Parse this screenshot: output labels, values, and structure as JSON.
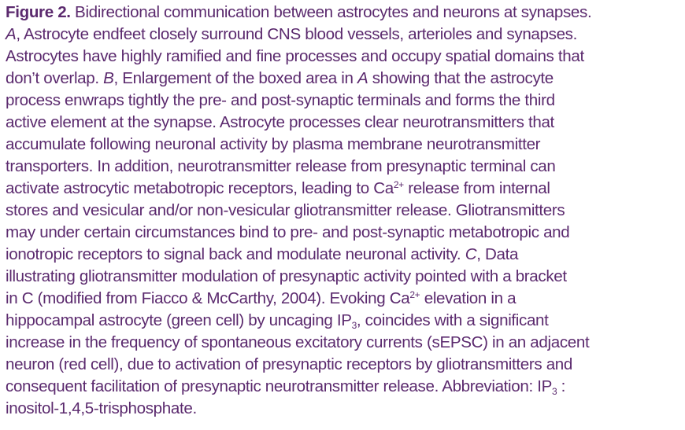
{
  "caption": {
    "label": "Figure 2.",
    "lines": [
      [
        {
          "t": "Figure 2.",
          "s": "b"
        },
        {
          "t": " Bidirectional communication between astrocytes and neurons at synapses."
        }
      ],
      [
        {
          "t": "A",
          "s": "i"
        },
        {
          "t": ", Astrocyte endfeet closely surround CNS blood vessels, arterioles and synapses."
        }
      ],
      [
        {
          "t": "Astrocytes have highly ramified and fine processes and occupy spatial domains that"
        }
      ],
      [
        {
          "t": "don’t overlap. "
        },
        {
          "t": "B",
          "s": "i"
        },
        {
          "t": ", Enlargement of the boxed area in "
        },
        {
          "t": "A",
          "s": "i"
        },
        {
          "t": " showing that the astrocyte"
        }
      ],
      [
        {
          "t": "process enwraps tightly the pre- and post-synaptic terminals and forms the third"
        }
      ],
      [
        {
          "t": "active element at the synapse. Astrocyte processes clear neurotransmitters that"
        }
      ],
      [
        {
          "t": "accumulate following neuronal activity by plasma membrane neurotransmitter"
        }
      ],
      [
        {
          "t": "transporters. In addition, neurotransmitter release from presynaptic terminal can"
        }
      ],
      [
        {
          "t": "activate astrocytic metabotropic receptors, leading to Ca"
        },
        {
          "t": "2+",
          "s": "sup"
        },
        {
          "t": " release from internal"
        }
      ],
      [
        {
          "t": "stores and vesicular and/or non-vesicular gliotransmitter release. Gliotransmitters"
        }
      ],
      [
        {
          "t": "may under certain circumstances bind to pre- and post-synaptic metabotropic and"
        }
      ],
      [
        {
          "t": "ionotropic receptors to signal back and modulate neuronal activity. "
        },
        {
          "t": "C",
          "s": "i"
        },
        {
          "t": ", Data"
        }
      ],
      [
        {
          "t": "illustrating gliotransmitter modulation of presynaptic activity pointed with a bracket"
        }
      ],
      [
        {
          "t": "in C (modified from Fiacco & McCarthy, 2004). Evoking Ca"
        },
        {
          "t": "2+",
          "s": "sup"
        },
        {
          "t": " elevation in a"
        }
      ],
      [
        {
          "t": "hippocampal astrocyte (green cell) by uncaging IP"
        },
        {
          "t": "3",
          "s": "sub"
        },
        {
          "t": ", coincides with a significant"
        }
      ],
      [
        {
          "t": "increase in the frequency of spontaneous excitatory currents (sEPSC) in an adjacent"
        }
      ],
      [
        {
          "t": "neuron (red cell), due to activation of presynaptic receptors by gliotransmitters and"
        }
      ],
      [
        {
          "t": "consequent facilitation of presynaptic neurotransmitter release. Abbreviation: IP"
        },
        {
          "t": "3",
          "s": "sub"
        },
        {
          "t": " :"
        }
      ],
      [
        {
          "t": "inositol-1,4,5-trisphosphate."
        }
      ]
    ]
  },
  "colors": {
    "text": "#5b2a6e",
    "background": "#ffffff"
  }
}
